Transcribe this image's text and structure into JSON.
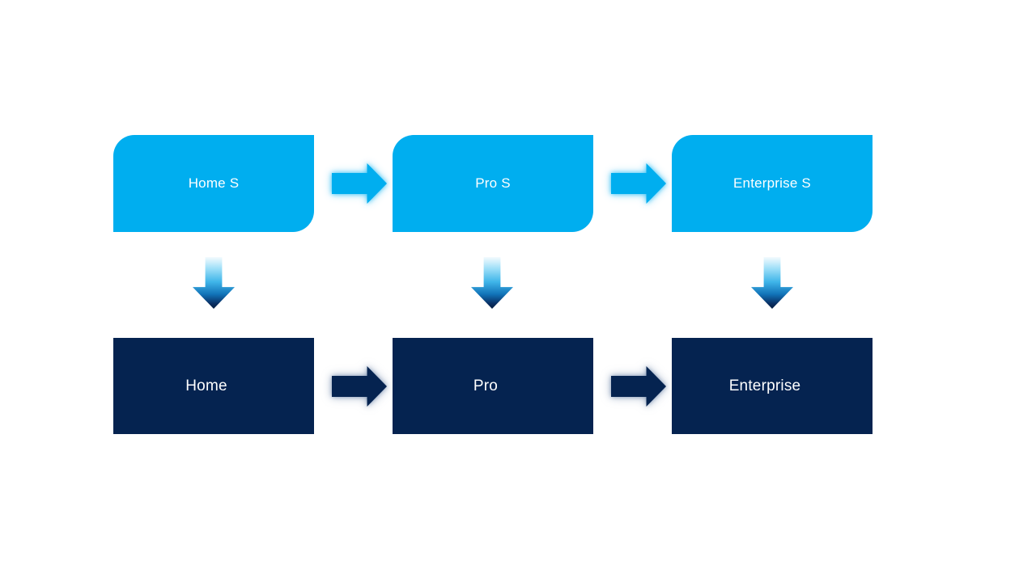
{
  "diagram": {
    "columns": [
      {
        "top": "Home S",
        "bottom": "Home"
      },
      {
        "top": "Pro S",
        "bottom": "Pro"
      },
      {
        "top": "Enterprise S",
        "bottom": "Enterprise"
      }
    ],
    "colors": {
      "top_box": "#00AEEF",
      "bottom_box": "#052350",
      "text": "#FFFFFF",
      "background": "#FFFFFF",
      "down_arrow_gradient_top": "#F4FBFE",
      "down_arrow_gradient_bottom": "#051D3F"
    },
    "icons": {
      "right_arrow": "right-arrow",
      "down_arrow": "down-arrow"
    }
  }
}
